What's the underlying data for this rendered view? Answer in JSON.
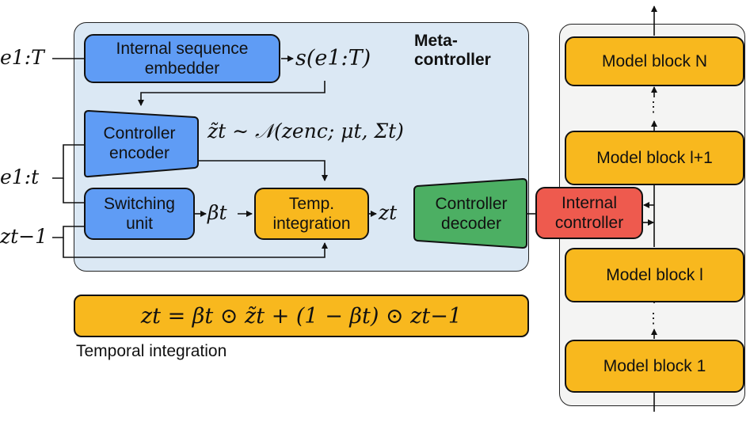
{
  "meta_controller": {
    "title": "Meta-\ncontroller"
  },
  "inputs": {
    "e_full": "e1:T",
    "e_partial": "e1:t",
    "z_prev": "zt−1"
  },
  "blocks": {
    "embedder": "Internal sequence\nembedder",
    "controller_encoder": "Controller\nencoder",
    "switching_unit": "Switching\nunit",
    "temporal_integration": "Temp.\nintegration",
    "controller_decoder": "Controller\ndecoder",
    "internal_controller": "Internal\ncontroller"
  },
  "math": {
    "embedding": "s(e1:T)",
    "latent_sample": "z̃t ∼ 𝒩(zenc; μt, Σt)",
    "beta": "βt",
    "z_out": "zt",
    "integration_formula": "zt = βt ⊙ z̃t + (1 − βt) ⊙ zt−1"
  },
  "formula_caption": "Temporal integration",
  "model_stack": {
    "block_n": "Model block N",
    "block_l1": "Model block l+1",
    "block_l": "Model block l",
    "block_1": "Model block 1",
    "ellipsis": "⋮"
  },
  "colors": {
    "panel_bg": "#dbe8f4",
    "blue": "#5f9cf5",
    "yellow": "#f8b81e",
    "green": "#4caf63",
    "red": "#ee5a4e"
  }
}
